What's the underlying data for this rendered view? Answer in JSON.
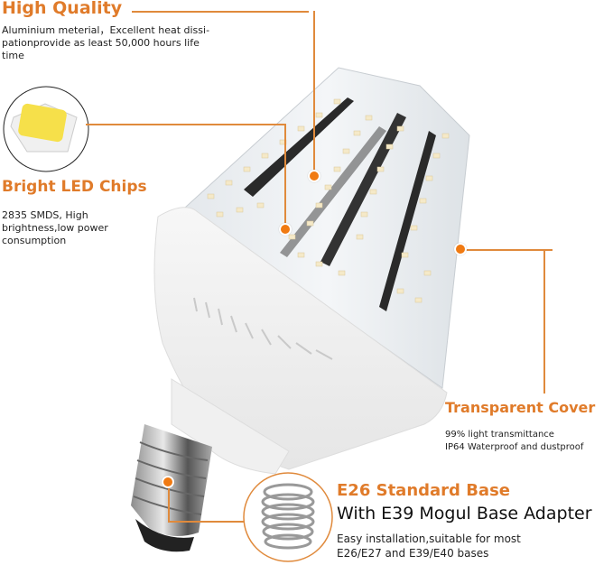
{
  "accent_color": "#e07b2a",
  "features": [
    {
      "title": "High Quality",
      "description_lines": [
        "Aluminium meterial，Excellent heat dissi-",
        "pationprovide as least 50,000 hours life",
        "time"
      ]
    },
    {
      "title": "Bright LED Chips",
      "description_lines": [
        "2835 SMDS, High",
        "brightness,low power",
        "consumption"
      ]
    },
    {
      "title": "Transparent Cover",
      "description_lines": [
        "99% light transmittance",
        "IP64 Waterproof and dustproof"
      ]
    },
    {
      "title": "E26 Standard Base",
      "subtitle": "With E39 Mogul Base Adapter",
      "description_lines": [
        "Easy installation,suitable for most",
        "E26/E27 and E39/E40 bases"
      ]
    }
  ],
  "images": {
    "product": "corn-led-bulb",
    "led_chip_inset": "2835-smd-led-chip",
    "adapter_inset": "e26-to-e39-adapter"
  }
}
